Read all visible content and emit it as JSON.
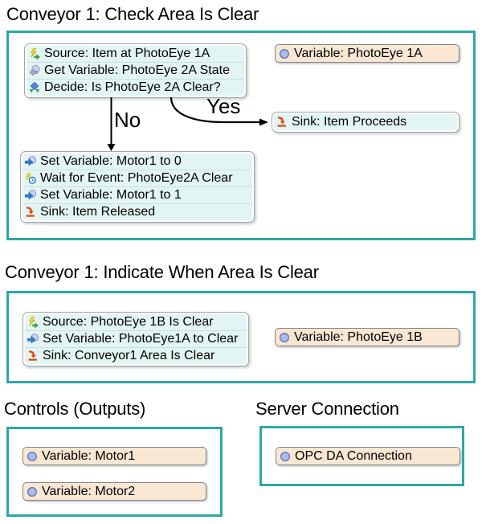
{
  "colors": {
    "frame_border": "#2CA9A4",
    "flow_block_fill": "#E3F5F3",
    "variable_block_fill": "#F9E7D3",
    "sink_icon_color": "#E8420E",
    "arrow_color": "#000000"
  },
  "sections": {
    "check_area": {
      "title": "Conveyor 1: Check Area Is Clear",
      "logic_block": {
        "rows": [
          {
            "icon": "source-icon",
            "label": "Source: Item at PhotoEye 1A"
          },
          {
            "icon": "get-variable-icon",
            "label": "Get Variable: PhotoEye 2A State"
          },
          {
            "icon": "decide-icon",
            "label": "Decide: Is PhotoEye 2A Clear?"
          }
        ]
      },
      "variable_block": {
        "icon": "variable-icon",
        "label": "Variable: PhotoEye 1A"
      },
      "no_branch_label": "No",
      "yes_branch_label": "Yes",
      "sink_block": {
        "icon": "sink-icon",
        "label": "Sink: Item Proceeds"
      },
      "action_block": {
        "rows": [
          {
            "icon": "set-variable-icon",
            "label": "Set Variable: Motor1 to 0"
          },
          {
            "icon": "wait-event-icon",
            "label": "Wait for Event: PhotoEye2A Clear"
          },
          {
            "icon": "set-variable-icon",
            "label": "Set Variable: Motor1 to 1"
          },
          {
            "icon": "sink-icon",
            "label": "Sink: Item Released"
          }
        ]
      }
    },
    "indicate_clear": {
      "title": "Conveyor 1: Indicate When Area Is Clear",
      "logic_block": {
        "rows": [
          {
            "icon": "source-icon",
            "label": "Source: PhotoEye 1B Is Clear"
          },
          {
            "icon": "set-variable-icon",
            "label": "Set Variable: PhotoEye1A to Clear"
          },
          {
            "icon": "sink-icon",
            "label": "Sink: Conveyor1 Area Is Clear"
          }
        ]
      },
      "variable_block": {
        "icon": "variable-icon",
        "label": "Variable: PhotoEye 1B"
      }
    },
    "controls": {
      "title": "Controls (Outputs)",
      "variable_blocks": [
        {
          "icon": "variable-icon",
          "label": "Variable: Motor1"
        },
        {
          "icon": "variable-icon",
          "label": "Variable: Motor2"
        }
      ]
    },
    "server": {
      "title": "Server Connection",
      "connection_block": {
        "icon": "variable-icon",
        "label": "OPC DA Connection"
      }
    }
  }
}
